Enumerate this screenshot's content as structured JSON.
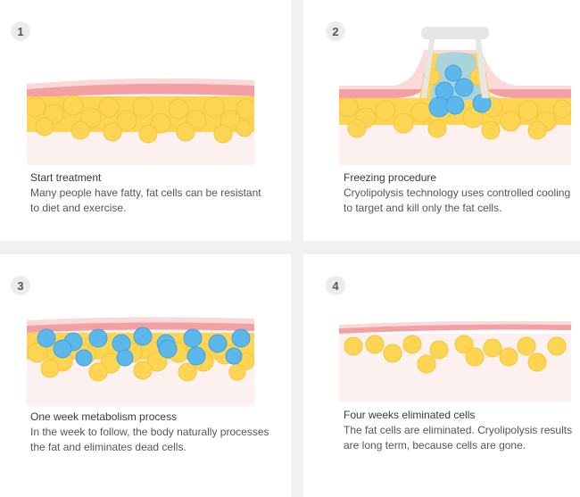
{
  "steps": [
    {
      "number": "1",
      "title": "Start treatment",
      "description": "Many people have fatty, fat cells can be resistant to diet and exercise."
    },
    {
      "number": "2",
      "title": "Freezing procedure",
      "description": "Cryolipolysis technology uses controlled cooling to target and kill only the fat cells."
    },
    {
      "number": "3",
      "title": "One week metabolism process",
      "description": "In the week to follow, the body naturally processes the fat and eliminates dead cells."
    },
    {
      "number": "4",
      "title": "Four weeks eliminated cells",
      "description": "The fat cells are  eliminated. Cryolipolysis results are long term, because cells are gone."
    }
  ],
  "colors": {
    "skin_top": "#f2a0a3",
    "skin_light": "#fbd9d9",
    "tissue": "#fdf1ef",
    "fat_cell": "#fdd552",
    "frozen_cell": "#5cb8ec",
    "applicator": "#e6e6e6"
  }
}
